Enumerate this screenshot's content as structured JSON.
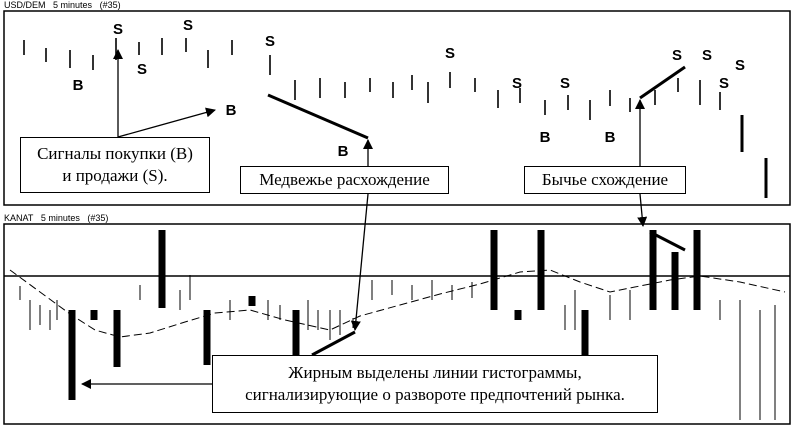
{
  "top_panel": {
    "title": "USD/DEM",
    "subtitle": "5 minutes",
    "count": "(#35)"
  },
  "bottom_panel": {
    "title": "KANAT",
    "subtitle": "5 minutes",
    "count": "(#35)"
  },
  "callouts": {
    "signals_line1": "Сигналы покупки (B)",
    "signals_line2": "и продажи (S).",
    "bearish": "Медвежье расхождение",
    "bullish": "Бычье схождение",
    "histogram_line1": "Жирным выделены линии гистограммы,",
    "histogram_line2": "сигнализирующие о развороте предпочтений рынка."
  },
  "chart_data": [
    {
      "type": "ohlc-bars",
      "panel": "USD/DEM",
      "signal_labels": [
        "S",
        "B",
        "S",
        "S",
        "B",
        "S",
        "B",
        "S",
        "S",
        "S",
        "B",
        "S",
        "B",
        "S",
        "S",
        "S"
      ]
    },
    {
      "type": "histogram",
      "panel": "KANAT",
      "grid": false
    }
  ]
}
